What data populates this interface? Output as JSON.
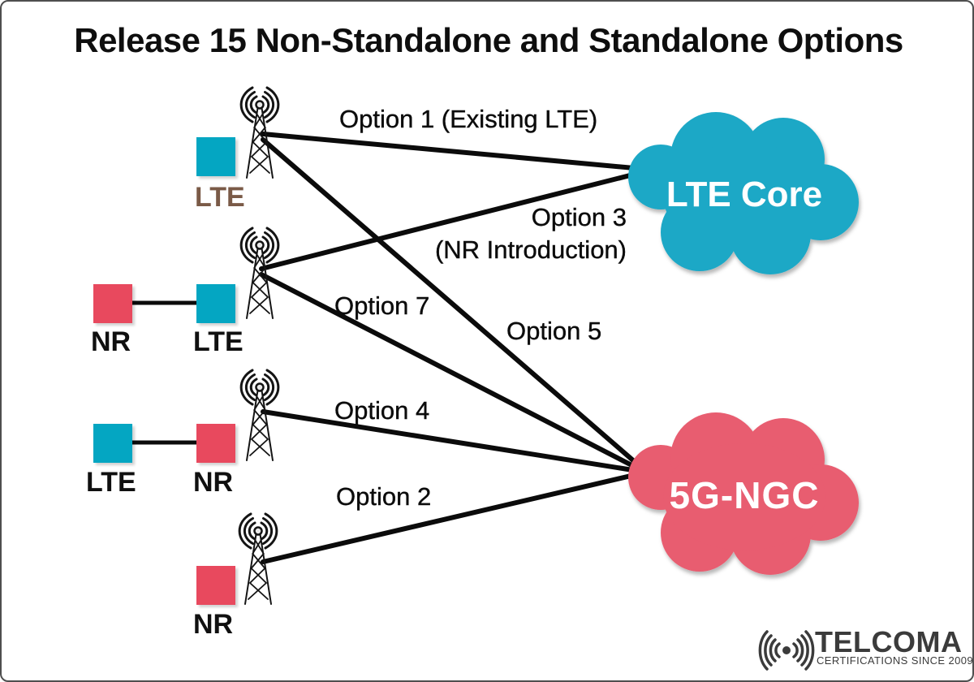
{
  "title": "Release 15 Non-Standalone and Standalone Options",
  "colors": {
    "teal": "#04a6c2",
    "pink": "#e8495e",
    "teal_cloud": "#1ea8c6",
    "pink_cloud": "#e85d70",
    "lte_label_brown": "#7a5a47",
    "logo_gray": "#3b3b3b",
    "line_black": "#0b0b0b",
    "border_gray": "#4f4f4f"
  },
  "towers": [
    {
      "id": "tower-1",
      "squares": [
        {
          "label": "LTE",
          "type": "lte"
        }
      ]
    },
    {
      "id": "tower-2",
      "squares": [
        {
          "label": "NR",
          "type": "nr"
        },
        {
          "label": "LTE",
          "type": "lte"
        }
      ]
    },
    {
      "id": "tower-3",
      "squares": [
        {
          "label": "LTE",
          "type": "lte"
        },
        {
          "label": "NR",
          "type": "nr"
        }
      ]
    },
    {
      "id": "tower-4",
      "squares": [
        {
          "label": "NR",
          "type": "nr"
        }
      ]
    }
  ],
  "clouds": [
    {
      "id": "lte-core",
      "label": "LTE Core"
    },
    {
      "id": "5g-ngc",
      "label": "5G-NGC"
    }
  ],
  "connections": [
    {
      "label": "Option 1 (Existing LTE)",
      "from": "tower-1",
      "to": "lte-core"
    },
    {
      "label": "Option 3",
      "sublabel": "(NR Introduction)",
      "from": "tower-2",
      "to": "lte-core"
    },
    {
      "label": "Option 7",
      "from": "tower-2",
      "to": "5g-ngc"
    },
    {
      "label": "Option 5",
      "from": "tower-1",
      "to": "5g-ngc"
    },
    {
      "label": "Option 4",
      "from": "tower-3",
      "to": "5g-ngc"
    },
    {
      "label": "Option 2",
      "from": "tower-4",
      "to": "5g-ngc"
    }
  ],
  "logo": {
    "name": "TELCOMA",
    "tagline": "CERTIFICATIONS SINCE 2009"
  }
}
